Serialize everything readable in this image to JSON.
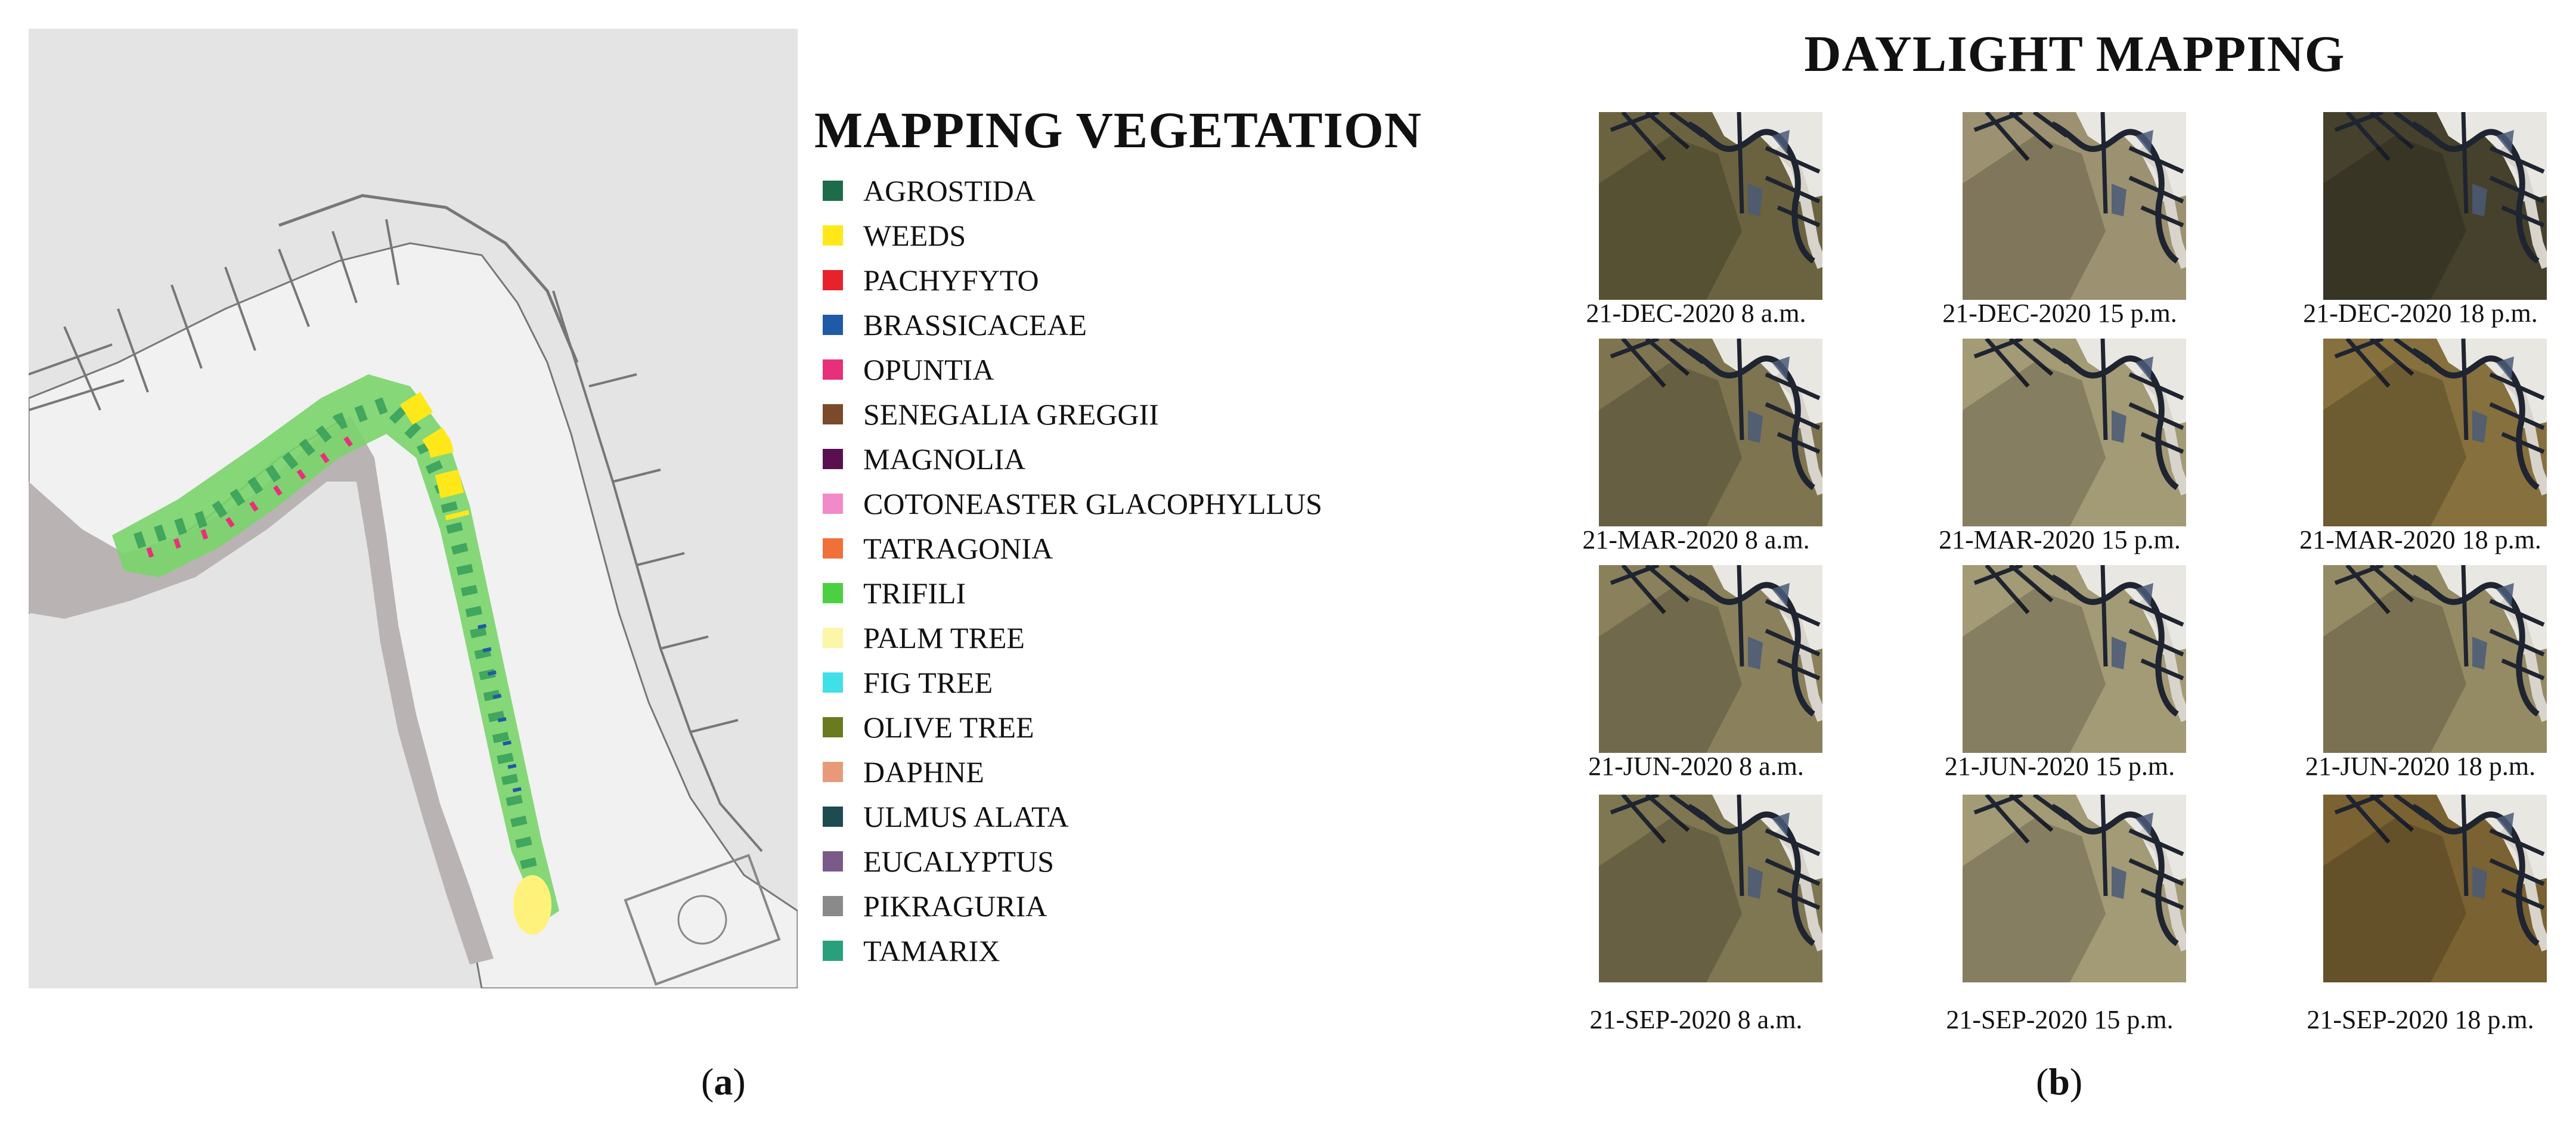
{
  "panel_a": {
    "label_prefix": "(",
    "label_letter": "a",
    "label_suffix": ")",
    "legend_title": "MAPPING VEGETATION",
    "legend_items": [
      {
        "label": "AGROSTIDA",
        "color": "#1e6b4a"
      },
      {
        "label": "WEEDS",
        "color": "#ffe81a"
      },
      {
        "label": "PACHYFYTO",
        "color": "#e8222a"
      },
      {
        "label": "BRASSICACEAE",
        "color": "#1f5aa6"
      },
      {
        "label": "OPUNTIA",
        "color": "#e8307a"
      },
      {
        "label": "SENEGALIA GREGGII",
        "color": "#7a4a2a"
      },
      {
        "label": "MAGNOLIA",
        "color": "#5a1050"
      },
      {
        "label": "COTONEASTER GLACOPHYLLUS",
        "color": "#f08ac8"
      },
      {
        "label": "TATRAGONIA",
        "color": "#f0703a"
      },
      {
        "label": "TRIFILI",
        "color": "#4ad040"
      },
      {
        "label": "PALM TREE",
        "color": "#fbf6a8"
      },
      {
        "label": "FIG TREE",
        "color": "#40e0e8"
      },
      {
        "label": "OLIVE TREE",
        "color": "#6a7a1e"
      },
      {
        "label": "DAPHNE",
        "color": "#e89a78"
      },
      {
        "label": "ULMUS ALATA",
        "color": "#1e4a52"
      },
      {
        "label": "EUCALYPTUS",
        "color": "#7a5a88"
      },
      {
        "label": "PIKRAGURIA",
        "color": "#8a8a8a"
      },
      {
        "label": "TAMARIX",
        "color": "#2aa07a"
      }
    ]
  },
  "panel_b": {
    "label_prefix": "(",
    "label_letter": "b",
    "label_suffix": ")",
    "title": "DAYLIGHT MAPPING",
    "rows": [
      {
        "captions": [
          "21-DEC-2020 8 a.m.",
          "21-DEC-2020 15 p.m.",
          "21-DEC-2020 18 p.m."
        ],
        "colors": [
          "#6b6340",
          "#9c9170",
          "#45412c"
        ]
      },
      {
        "captions": [
          "21-MAR-2020 8 a.m.",
          "21-MAR-2020 15 p.m.",
          "21-MAR-2020 18 p.m."
        ],
        "colors": [
          "#7e7450",
          "#a39a76",
          "#86703e"
        ]
      },
      {
        "captions": [
          "21-JUN-2020 8 a.m.",
          "21-JUN-2020 15 p.m.",
          "21-JUN-2020 18 p.m."
        ],
        "colors": [
          "#8a815c",
          "#a39a76",
          "#948a64"
        ]
      },
      {
        "captions": [
          "21-SEP-2020 8 a.m.",
          "21-SEP-2020 15 p.m.",
          "21-SEP-2020 18 p.m."
        ],
        "colors": [
          "#7f7652",
          "#a39a76",
          "#7b6232"
        ]
      }
    ]
  }
}
